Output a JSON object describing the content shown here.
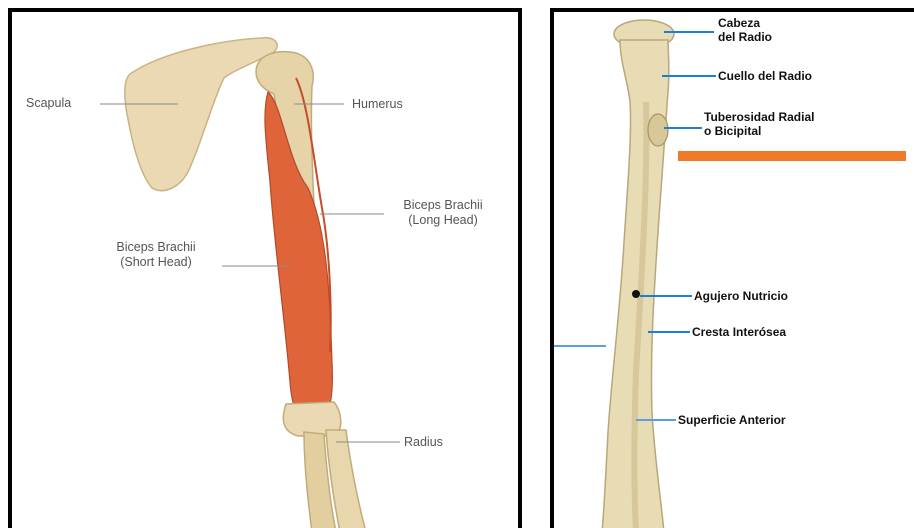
{
  "left_panel": {
    "labels": {
      "scapula": "Scapula",
      "humerus": "Humerus",
      "biceps_long_1": "Biceps Brachii",
      "biceps_long_2": "(Long Head)",
      "biceps_short_1": "Biceps Brachii",
      "biceps_short_2": "(Short Head)",
      "radius": "Radius"
    },
    "colors": {
      "bone": "#ead9b2",
      "muscle": "#e0643a",
      "leader": "#8a8a8a"
    }
  },
  "right_panel": {
    "labels": {
      "cabeza_1": "Cabeza",
      "cabeza_2": "del Radio",
      "cuello": "Cuello del Radio",
      "tuberosidad_1": "Tuberosidad Radial",
      "tuberosidad_2": "o Bicipital",
      "agujero": "Agujero Nutricio",
      "cresta": "Cresta Interósea",
      "superficie": "Superficie Anterior"
    },
    "colors": {
      "bone": "#e8dcb5",
      "leader": "#1a7fd6",
      "highlight": "#f07a2a"
    }
  }
}
